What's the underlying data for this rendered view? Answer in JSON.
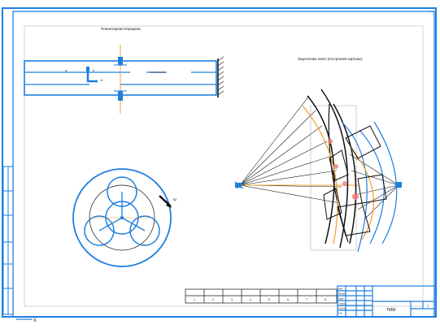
{
  "colors": {
    "frame": "#1e7fe0",
    "ink": "#111111",
    "orange": "#f0a030",
    "highlight": "#f08080",
    "thin": "#666666",
    "grey": "#bbbbbb"
  },
  "drawing": {
    "view_top_label": "Планетарная передача",
    "view_right_label": "Зацепление колес (построение картины)",
    "shaft_marks": [
      "a",
      "h",
      "b"
    ],
    "gear_rotation_mark": "ω",
    "origin_mark": "X"
  },
  "table": {
    "cells": [
      "1",
      "2",
      "3",
      "4",
      "5",
      "6",
      "7",
      "8"
    ]
  },
  "title_block": {
    "doc_code": "ТММ",
    "sheet": "1",
    "rows": [
      "Изм.",
      "Разраб.",
      "Пров.",
      "Т.контр.",
      "Н.контр.",
      "Утв."
    ]
  }
}
